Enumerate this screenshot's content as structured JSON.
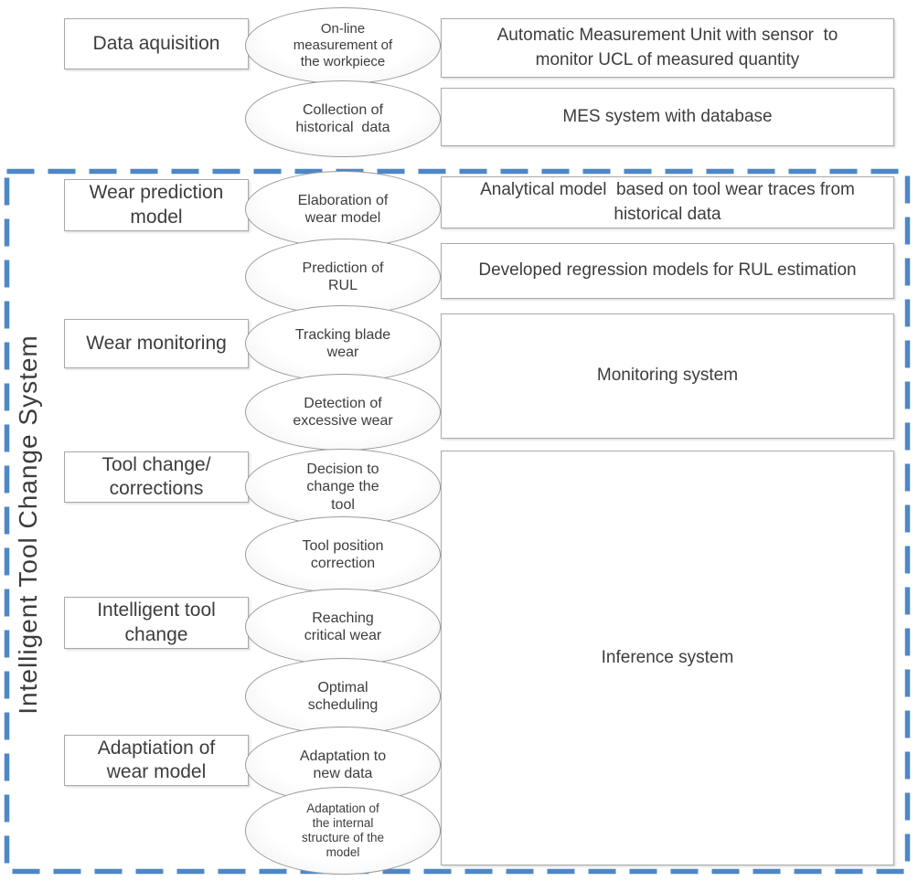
{
  "system_label": "Intelligent Tool Change System",
  "colors": {
    "frame_dashed": "#4e87c6",
    "box_border": "#a9a9a9",
    "ellipse_border": "#9b9b9b",
    "text": "#3d3d3d"
  },
  "left_boxes": [
    {
      "label": "Data aquisition"
    },
    {
      "label": "Wear prediction\nmodel"
    },
    {
      "label": "Wear monitoring"
    },
    {
      "label": "Tool change/\ncorrections"
    },
    {
      "label": "Intelligent tool\nchange"
    },
    {
      "label": "Adaptiation of\nwear model"
    }
  ],
  "ellipses": [
    {
      "label": "On-line\nmeasurement of\nthe workpiece"
    },
    {
      "label": "Collection of\nhistorical  data"
    },
    {
      "label": "Elaboration of\nwear model"
    },
    {
      "label": "Prediction of\nRUL"
    },
    {
      "label": "Tracking blade\nwear"
    },
    {
      "label": "Detection of\nexcessive wear"
    },
    {
      "label": "Decision to\nchange the\ntool"
    },
    {
      "label": "Tool position\ncorrection"
    },
    {
      "label": "Reaching\ncritical wear"
    },
    {
      "label": "Optimal\nscheduling"
    },
    {
      "label": "Adaptation to\nnew data"
    },
    {
      "label": "Adaptation of\nthe internal\nstructure of the\nmodel"
    }
  ],
  "right_boxes": [
    {
      "label": "Automatic Measurement Unit with sensor  to\nmonitor UCL of measured quantity"
    },
    {
      "label": "MES system with database"
    },
    {
      "label": "Analytical model  based on tool wear traces from\nhistorical data"
    },
    {
      "label": "Developed regression models for RUL estimation"
    },
    {
      "label": "Monitoring system"
    },
    {
      "label": "Inference system"
    }
  ]
}
